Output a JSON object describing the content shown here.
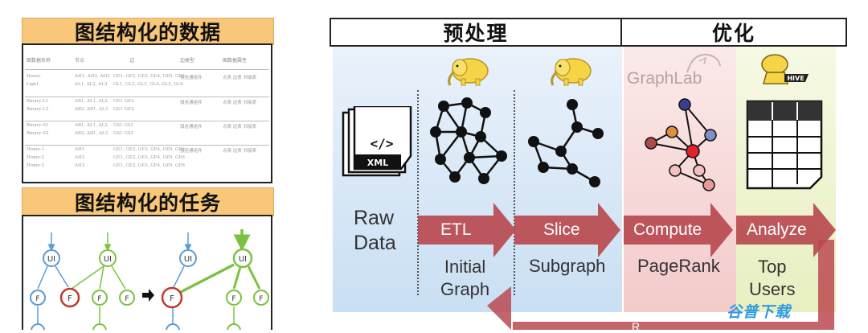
{
  "left_top": {
    "title": "图结构化的数据",
    "table": {
      "headers": [
        "图数据名称",
        "节点",
        "边",
        "边类型",
        "图数据属性"
      ],
      "rows": [
        [
          "Heavy",
          "AH1, AH2, AH3",
          "GE1, GE2, GE3, GE4, GE5, GE6",
          "强连通组件",
          "点表 边表 邻接表"
        ],
        [
          "Light",
          "AL1, AL2, AL3",
          "GL1, GL2, GL3, GL4, GL5, GL6",
          "",
          ""
        ],
        [
          "Binary-L1",
          "AB1, AL1, AL2",
          "GE1 GE2",
          "弱连通组件",
          "点表 边表 邻接表"
        ],
        [
          "Binary-L2",
          "AB2, AB1, AL3",
          "GE1 GE2",
          "",
          ""
        ],
        [
          "Binary-S1",
          "AB1, AL1, AL2",
          "GS1 GS2",
          "弱连通组件",
          "点表 边表 邻接表"
        ],
        [
          "Binary-S2",
          "AB2, AB1, AL3",
          "GS1 GS2",
          "",
          ""
        ],
        [
          "Homo-1",
          "AH1",
          "GE1, GE2, GE3, GE4, GE5, GE6",
          "强连通组件",
          "点表 边表 邻接表"
        ],
        [
          "Homo-2",
          "AH2",
          "GE1, GE2, GE3, GE4, GE5, GE6",
          "",
          ""
        ],
        [
          "Homo-3",
          "AH3",
          "GE1, GE2, GE3, GE4, GE5, GE6",
          "",
          ""
        ]
      ]
    }
  },
  "left_bottom": {
    "title": "图结构化的任务",
    "node_labels": {
      "ui": "UI",
      "f": "F"
    }
  },
  "right": {
    "headers": {
      "pre": "预处理",
      "opt": "优化"
    },
    "icons": {
      "xml_text": "XML",
      "code_text": "</>",
      "graphlab": "GraphLab",
      "hive_text": "HIVE"
    },
    "raw_data": [
      "Raw",
      "Data"
    ],
    "steps": [
      {
        "arrow": "ETL",
        "caption": [
          "Initial",
          "Graph"
        ]
      },
      {
        "arrow": "Slice",
        "caption": [
          "Subgraph"
        ]
      },
      {
        "arrow": "Compute",
        "caption": [
          "PageRank"
        ]
      },
      {
        "arrow": "Analyze",
        "caption": [
          "Top",
          "Users"
        ]
      }
    ],
    "bottom_arrow_text": "R",
    "watermark": "谷普下载"
  },
  "colors": {
    "banner": "#f8c77a",
    "arrow": "#b94a50",
    "blue_node": "#5b9bd5",
    "red_node": "#c0392b",
    "green_node": "#7cc242"
  }
}
